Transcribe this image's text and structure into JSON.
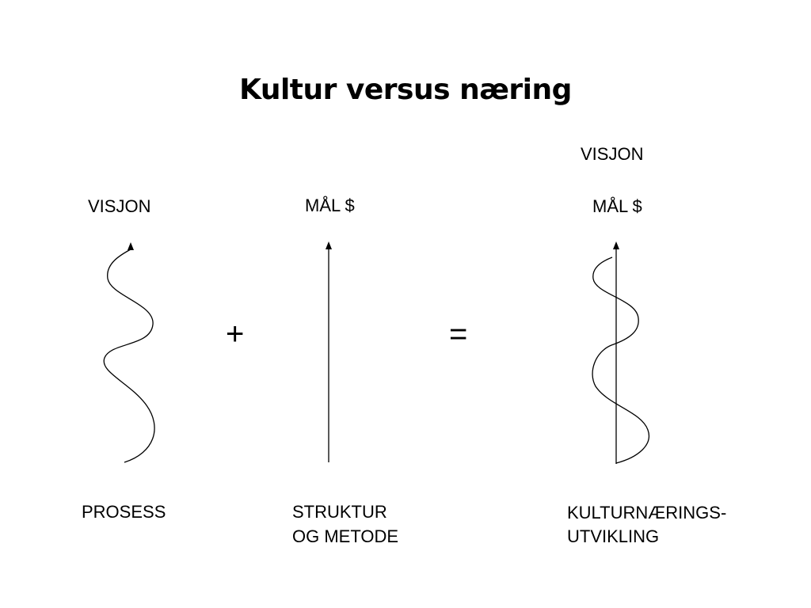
{
  "title": "Kultur versus næring",
  "columns": [
    {
      "top_labels": [
        "VISJON"
      ],
      "figure": "wavy-arrow",
      "bottom_lines": [
        "PROSESS"
      ]
    },
    {
      "top_labels": [
        "MÅL $"
      ],
      "figure": "straight-arrow",
      "bottom_lines": [
        "STRUKTUR",
        "OG METODE"
      ]
    },
    {
      "top_labels": [
        "VISJON",
        "MÅL $"
      ],
      "figure": "wavy-plus-straight-arrow",
      "bottom_lines": [
        "KULTURNÆRINGS-",
        "UTVIKLING"
      ]
    }
  ],
  "operators": {
    "plus": "+",
    "equals": "="
  }
}
